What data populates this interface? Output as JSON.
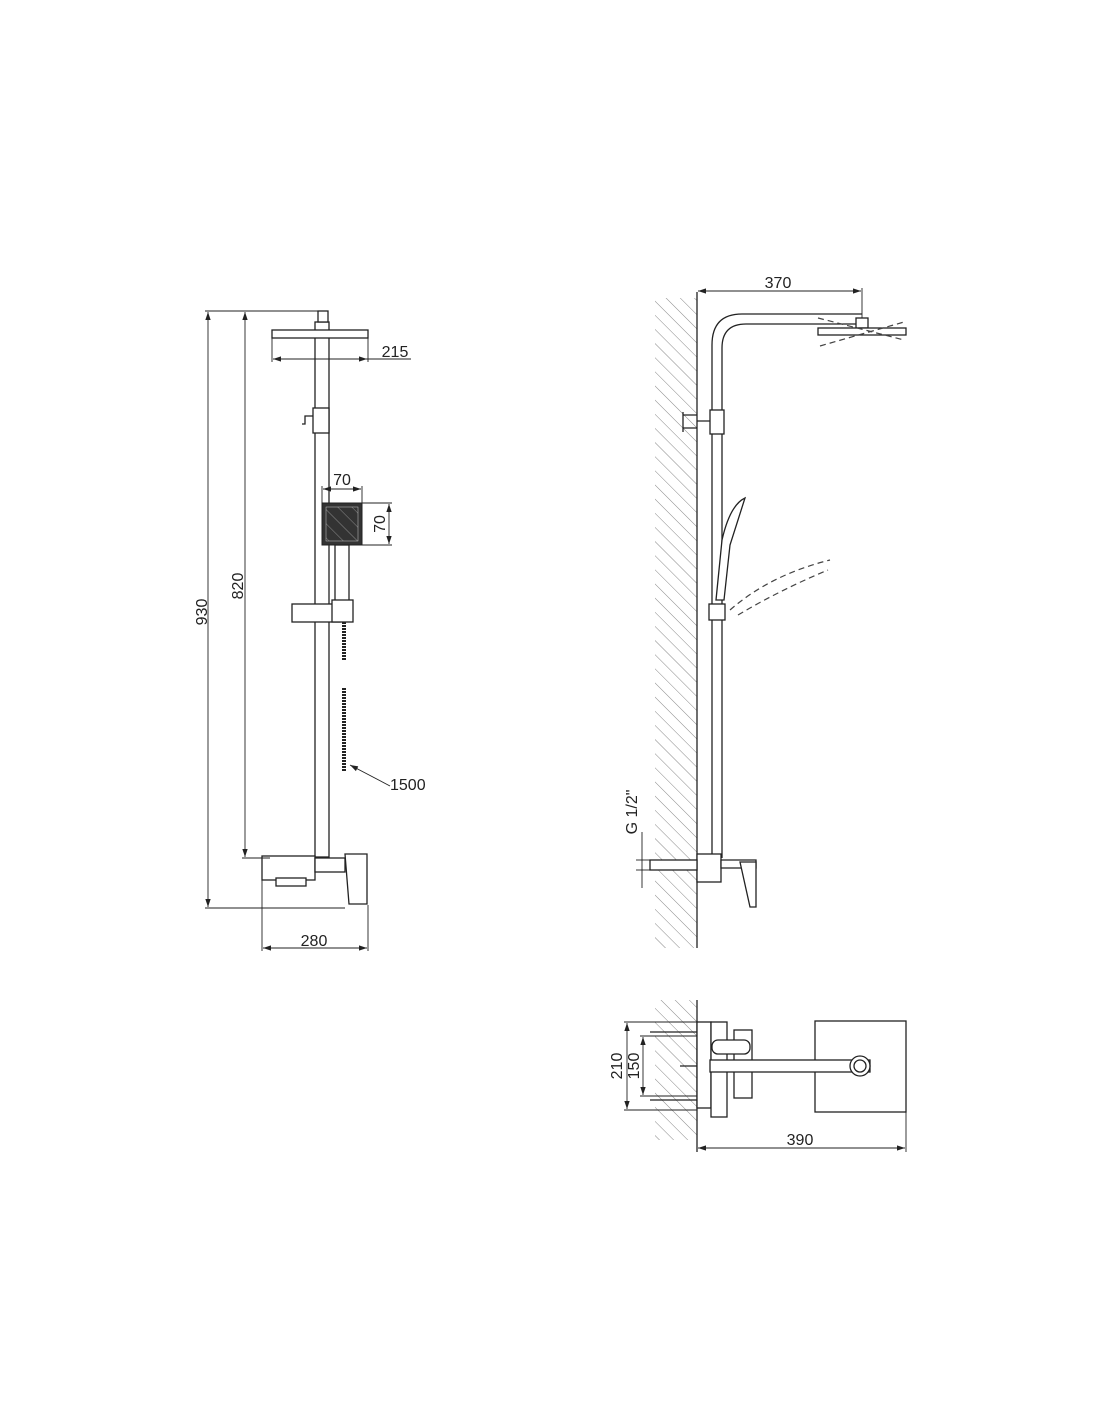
{
  "drawing": {
    "front_view": {
      "total_height": "930",
      "height_to_mixer": "820",
      "overhead_shower_width": "215",
      "hand_shower_width": "70",
      "hand_shower_height": "70",
      "hose_length": "1500",
      "mixer_width": "280"
    },
    "side_view": {
      "arm_projection": "370",
      "connection_thread": "G 1/2\""
    },
    "top_view": {
      "mount_spacing_outer": "210",
      "mount_spacing_inner": "150",
      "total_depth": "390"
    }
  }
}
